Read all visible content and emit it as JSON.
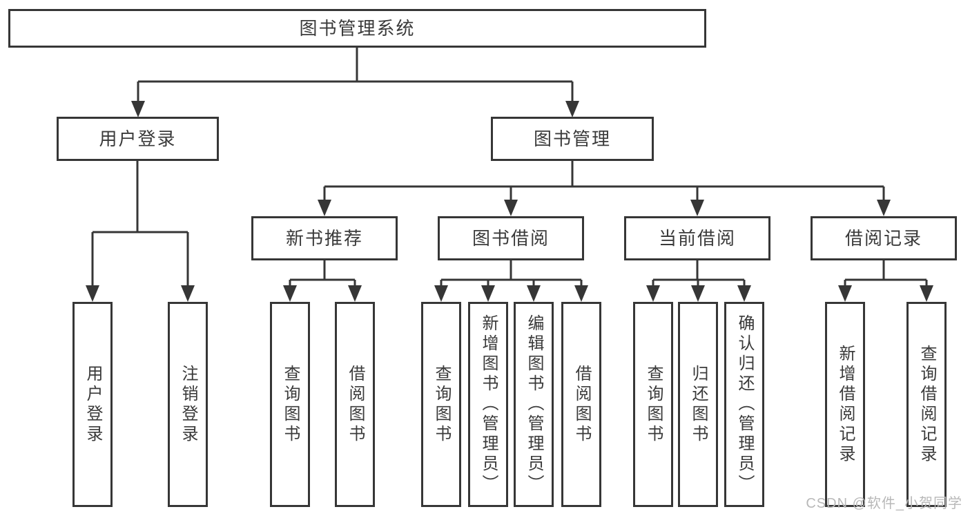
{
  "diagram": {
    "root": {
      "label": "图书管理系统"
    },
    "branches": [
      {
        "label": "用户登录",
        "children": [
          {
            "label": "用户登录"
          },
          {
            "label": "注销登录"
          }
        ]
      },
      {
        "label": "图书管理",
        "children": [
          {
            "label": "新书推荐",
            "children": [
              {
                "label": "查询图书"
              },
              {
                "label": "借阅图书"
              }
            ]
          },
          {
            "label": "图书借阅",
            "children": [
              {
                "label": "查询图书"
              },
              {
                "label": "新增图书（管理员）"
              },
              {
                "label": "编辑图书（管理员）"
              },
              {
                "label": "借阅图书"
              }
            ]
          },
          {
            "label": "当前借阅",
            "children": [
              {
                "label": "查询图书"
              },
              {
                "label": "归还图书"
              },
              {
                "label": "确认归还（管理员）"
              }
            ]
          },
          {
            "label": "借阅记录",
            "children": [
              {
                "label": "新增借阅记录"
              },
              {
                "label": "查询借阅记录"
              }
            ]
          }
        ]
      }
    ]
  },
  "watermark": {
    "text": "CSDN @软件_小贺同学"
  },
  "colors": {
    "line": "#363636",
    "text": "#3a3a3a",
    "watermark": "#b8b8b8",
    "background": "#ffffff"
  }
}
